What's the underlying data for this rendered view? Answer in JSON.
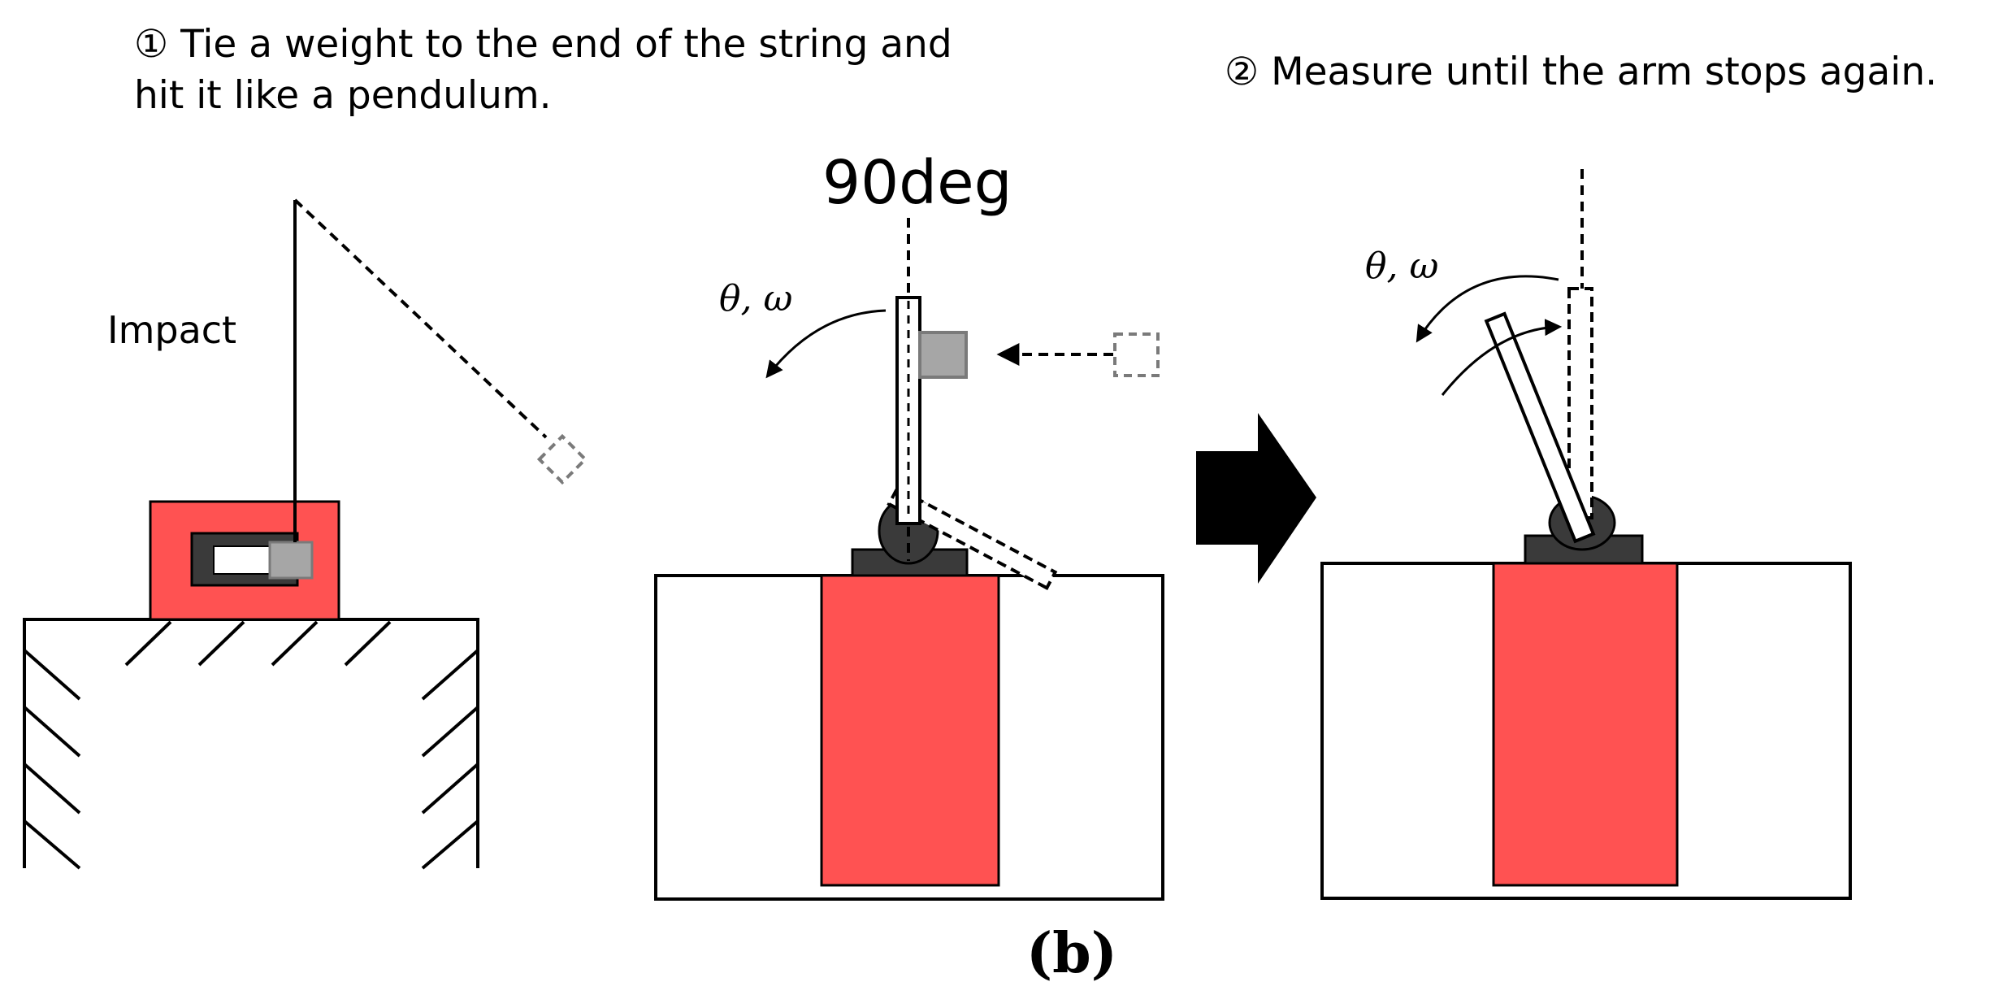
{
  "step1": {
    "line1": "① Tie a weight to the end of the string and",
    "line2": "hit it like a pendulum."
  },
  "step2": {
    "line1": "② Measure until the arm stops again."
  },
  "impact_label": "Impact",
  "angle_label": "90deg",
  "theta_omega_label": "θ, ω",
  "panel_label": "(b)",
  "colors": {
    "red": "#ff5252",
    "dark": "#3a3a3a",
    "gray": "#a6a6a6",
    "dash_gray": "#7a7a7a",
    "black": "#000000"
  }
}
